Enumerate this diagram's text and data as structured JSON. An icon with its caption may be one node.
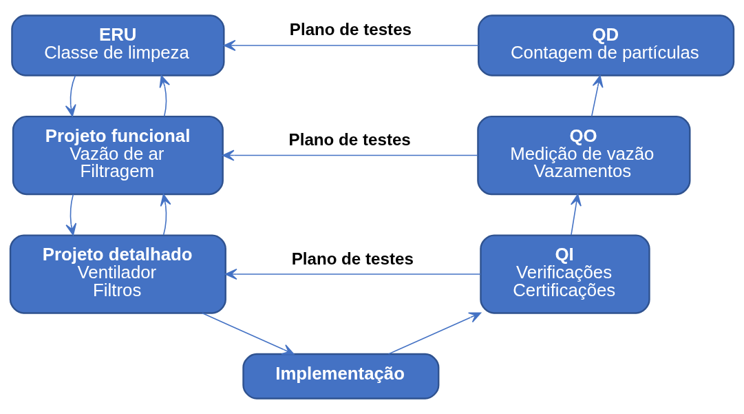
{
  "diagram": {
    "nodes": [
      {
        "text": [
          "ERU",
          "Classe de limpeza"
        ]
      },
      {
        "text": [
          "Projeto funcional",
          "Vazão de ar",
          "Filtragem"
        ]
      },
      {
        "text": [
          "Projeto detalhado",
          "Ventilador",
          "Filtros"
        ]
      },
      {
        "text": [
          "Implementação"
        ]
      },
      {
        "text": [
          "QI",
          "Verificações",
          "Certificações"
        ]
      },
      {
        "text": [
          "QO",
          "Medição de vazão",
          "Vazamentos"
        ]
      },
      {
        "text": [
          "QD",
          "Contagem de partículas"
        ]
      }
    ],
    "edges": [
      {
        "from": 1,
        "to": 0,
        "arrow": "to"
      },
      {
        "from": 0,
        "to": 1,
        "arrow": "to"
      },
      {
        "from": 2,
        "to": 1,
        "arrow": "to"
      },
      {
        "from": 1,
        "to": 2,
        "arrow": "to"
      },
      {
        "from": 2,
        "to": 3,
        "arrow": "to"
      },
      {
        "from": 3,
        "to": 4,
        "arrow": "to"
      },
      {
        "from": 4,
        "to": 5,
        "arrow": "to"
      },
      {
        "from": 5,
        "to": 6,
        "arrow": "to"
      },
      {
        "from": 6,
        "to": 0,
        "arrow": "to",
        "label": "Plano de testes"
      },
      {
        "from": 5,
        "to": 1,
        "arrow": "to",
        "label": "Plano de testes"
      },
      {
        "from": 4,
        "to": 2,
        "arrow": "to",
        "label": "Plano de testes"
      }
    ]
  }
}
